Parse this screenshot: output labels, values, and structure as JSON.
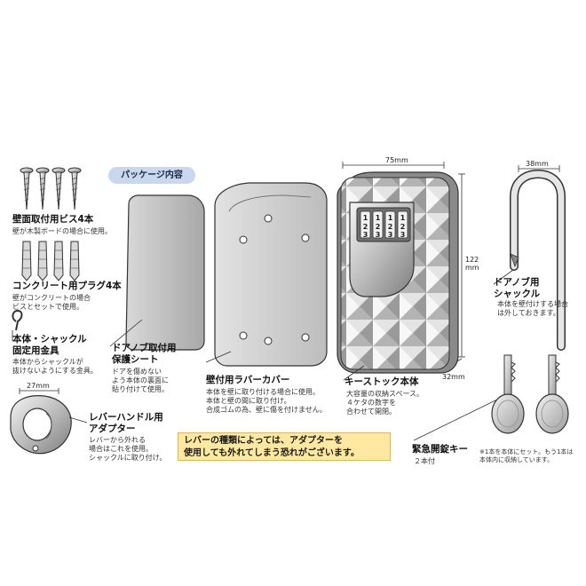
{
  "badge": "パッケージ内容",
  "screws": {
    "title": "壁面取付用ビス4本",
    "desc": "壁が木製ボードの場合に使用。"
  },
  "plugs": {
    "title": "コンクリート用プラグ4本",
    "desc": "壁がコンクリートの場合\nビスとセットで使用。"
  },
  "bracket": {
    "title": "本体・シャックル\n固定用金具",
    "desc": "本体からシャックルが\n抜けないようにする金具。"
  },
  "adapter": {
    "title": "レバーハンドル用\nアダプター",
    "desc": "レバーから外れる\n場合はこれを使用。\nシャックルに取り付け。",
    "dim": "27mm"
  },
  "protect_sheet": {
    "title": "ドアノブ取付用\n保護シート",
    "desc": "ドアを傷めない\nよう本体の裏面に\n貼り付けて使用。"
  },
  "rubber_cover": {
    "title": "壁付用ラバーカバー",
    "desc": "本体を壁に取り付ける場合に使用。\n本体と壁の間に取り付け。\n合成ゴムの為、壁に傷を付けません。"
  },
  "main_body": {
    "title": "キーストック本体",
    "desc": "大容量の収納スペース。\n４ケタの数字を\n合わせて開閉。",
    "dim_width": "75mm",
    "dim_height": "122\nmm",
    "dim_depth": "32mm"
  },
  "shackle": {
    "title": "ドアノブ用\nシャックル",
    "desc": "本体を壁付けする場合\nは外しておきます。",
    "dim": "38mm"
  },
  "keys": {
    "title": "緊急開錠キー",
    "desc": "２本付",
    "note": "※1本を本体にセット。もう1本は\n本体内に収納しています。"
  },
  "warning": "レバーの種類によっては、アダプターを\n使用しても外れてしまう恐れがございます。"
}
